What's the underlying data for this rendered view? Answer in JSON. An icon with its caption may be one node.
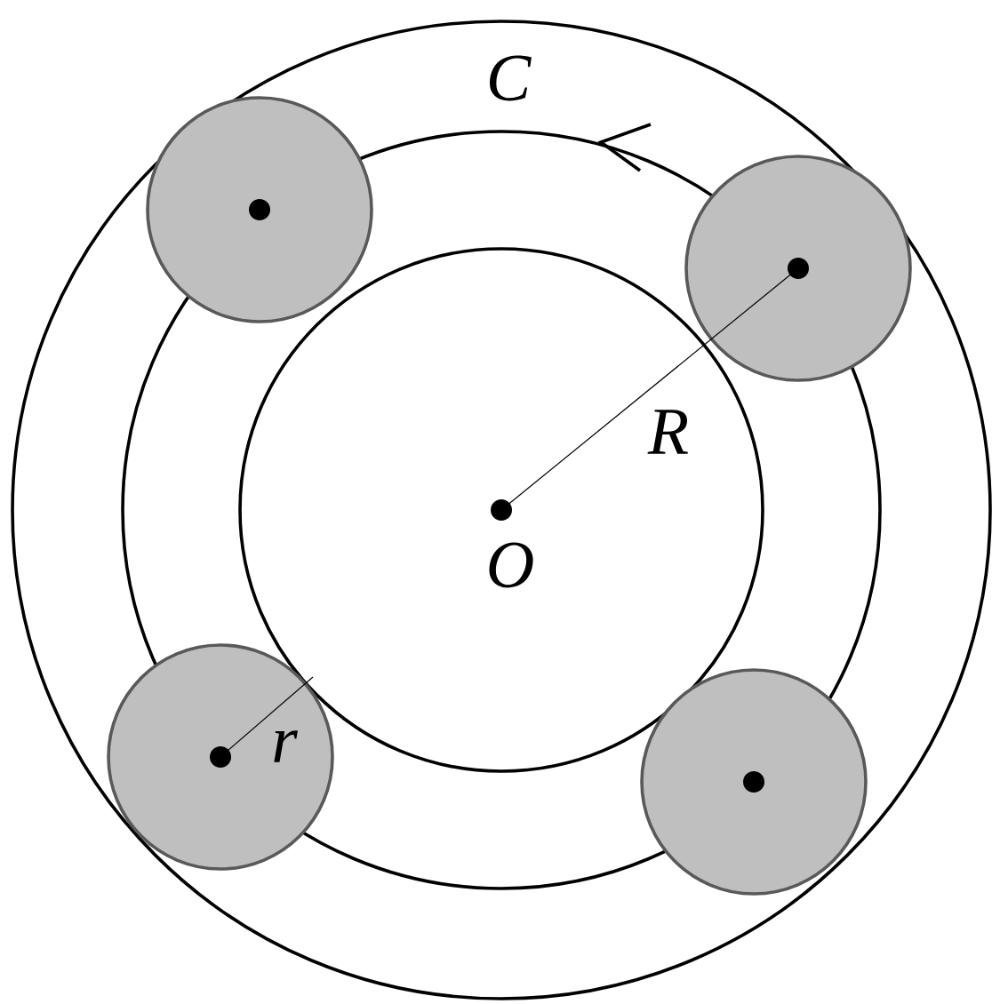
{
  "diagram": {
    "labels": [
      "C",
      "R",
      "O",
      "r"
    ]
  }
}
